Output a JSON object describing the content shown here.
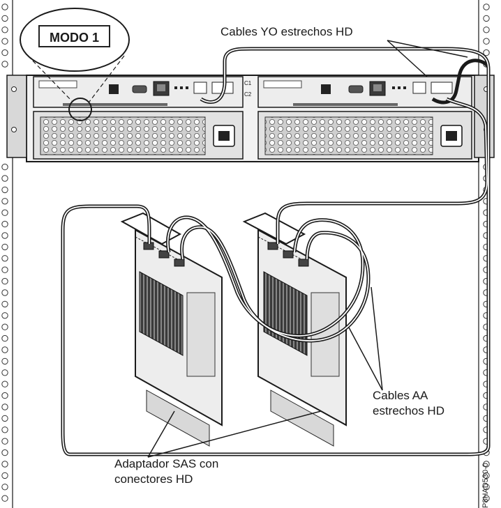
{
  "labels": {
    "mode": "MODO 1",
    "narrow_yo_cables": "Cables YO estrechos HD",
    "narrow_aa_cables_line1": "Cables AA",
    "narrow_aa_cables_line2": "estrechos HD",
    "sas_adapter_line1": "Adaptador SAS con",
    "sas_adapter_line2": "conectores HD",
    "figure_code": "P8HAD530-0"
  },
  "enclosure_port_labels": [
    "C1",
    "C2"
  ],
  "colors": {
    "line": "#1a1a1a",
    "panel": "#e6e6e6",
    "dark_panel": "#3a3a3a",
    "background": "#ffffff"
  }
}
